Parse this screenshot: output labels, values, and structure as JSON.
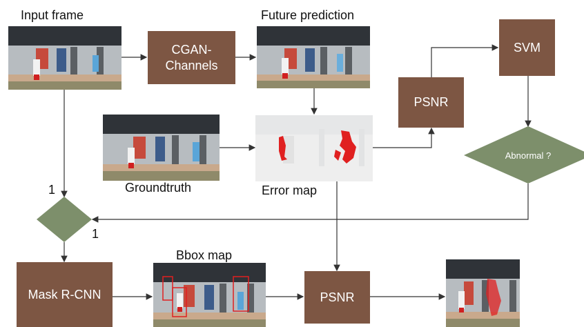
{
  "labels": {
    "input_frame": "Input frame",
    "future_prediction": "Future prediction",
    "groundtruth": "Groundtruth",
    "error_map": "Error map",
    "bbox_map": "Bbox map",
    "one_left": "1",
    "one_right": "1"
  },
  "boxes": {
    "cgan": "CGAN-\nChannels",
    "svm": "SVM",
    "psnr_top": "PSNR",
    "mask_rcnn": "Mask R-CNN",
    "psnr_bottom": "PSNR"
  },
  "decisions": {
    "abnormal": "Abnormal ?"
  },
  "colors": {
    "box": "#7d5643",
    "diamond": "#7d8f6b",
    "wire": "#333333",
    "error_red": "#e02020"
  }
}
